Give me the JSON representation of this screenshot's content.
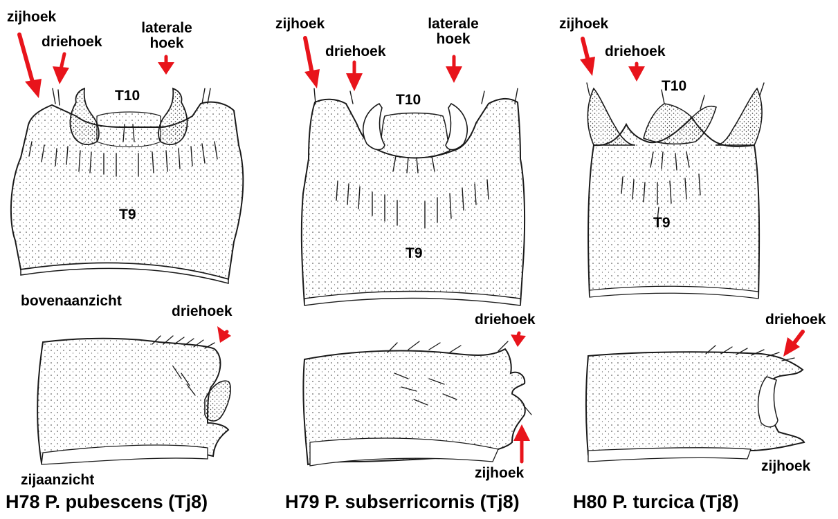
{
  "figures": [
    {
      "caption": "H78 P. pubescens (Tj8)",
      "top_labels": {
        "side_corner": "zijhoek",
        "triangle": "driehoek",
        "lateral_line1": "laterale",
        "lateral_line2": "hoek"
      },
      "segments": {
        "upper": "T10",
        "lower": "T9"
      },
      "view_top": "bovenaanzicht",
      "view_side": "zijaanzicht",
      "side_labels": {
        "triangle": "driehoek"
      }
    },
    {
      "caption": "H79 P. subserricornis (Tj8)",
      "top_labels": {
        "side_corner": "zijhoek",
        "triangle": "driehoek",
        "lateral_line1": "laterale",
        "lateral_line2": "hoek"
      },
      "segments": {
        "upper": "T10",
        "lower": "T9"
      },
      "side_labels": {
        "triangle": "driehoek",
        "side_corner": "zijhoek"
      }
    },
    {
      "caption": "H80 P. turcica (Tj8)",
      "top_labels": {
        "side_corner": "zijhoek",
        "triangle": "driehoek"
      },
      "segments": {
        "upper": "T10",
        "lower": "T9"
      },
      "side_labels": {
        "triangle": "driehoek",
        "side_corner": "zijhoek"
      }
    }
  ],
  "colors": {
    "arrow": "#e8141b",
    "ink": "#1a1a1a",
    "paper": "#ffffff"
  }
}
